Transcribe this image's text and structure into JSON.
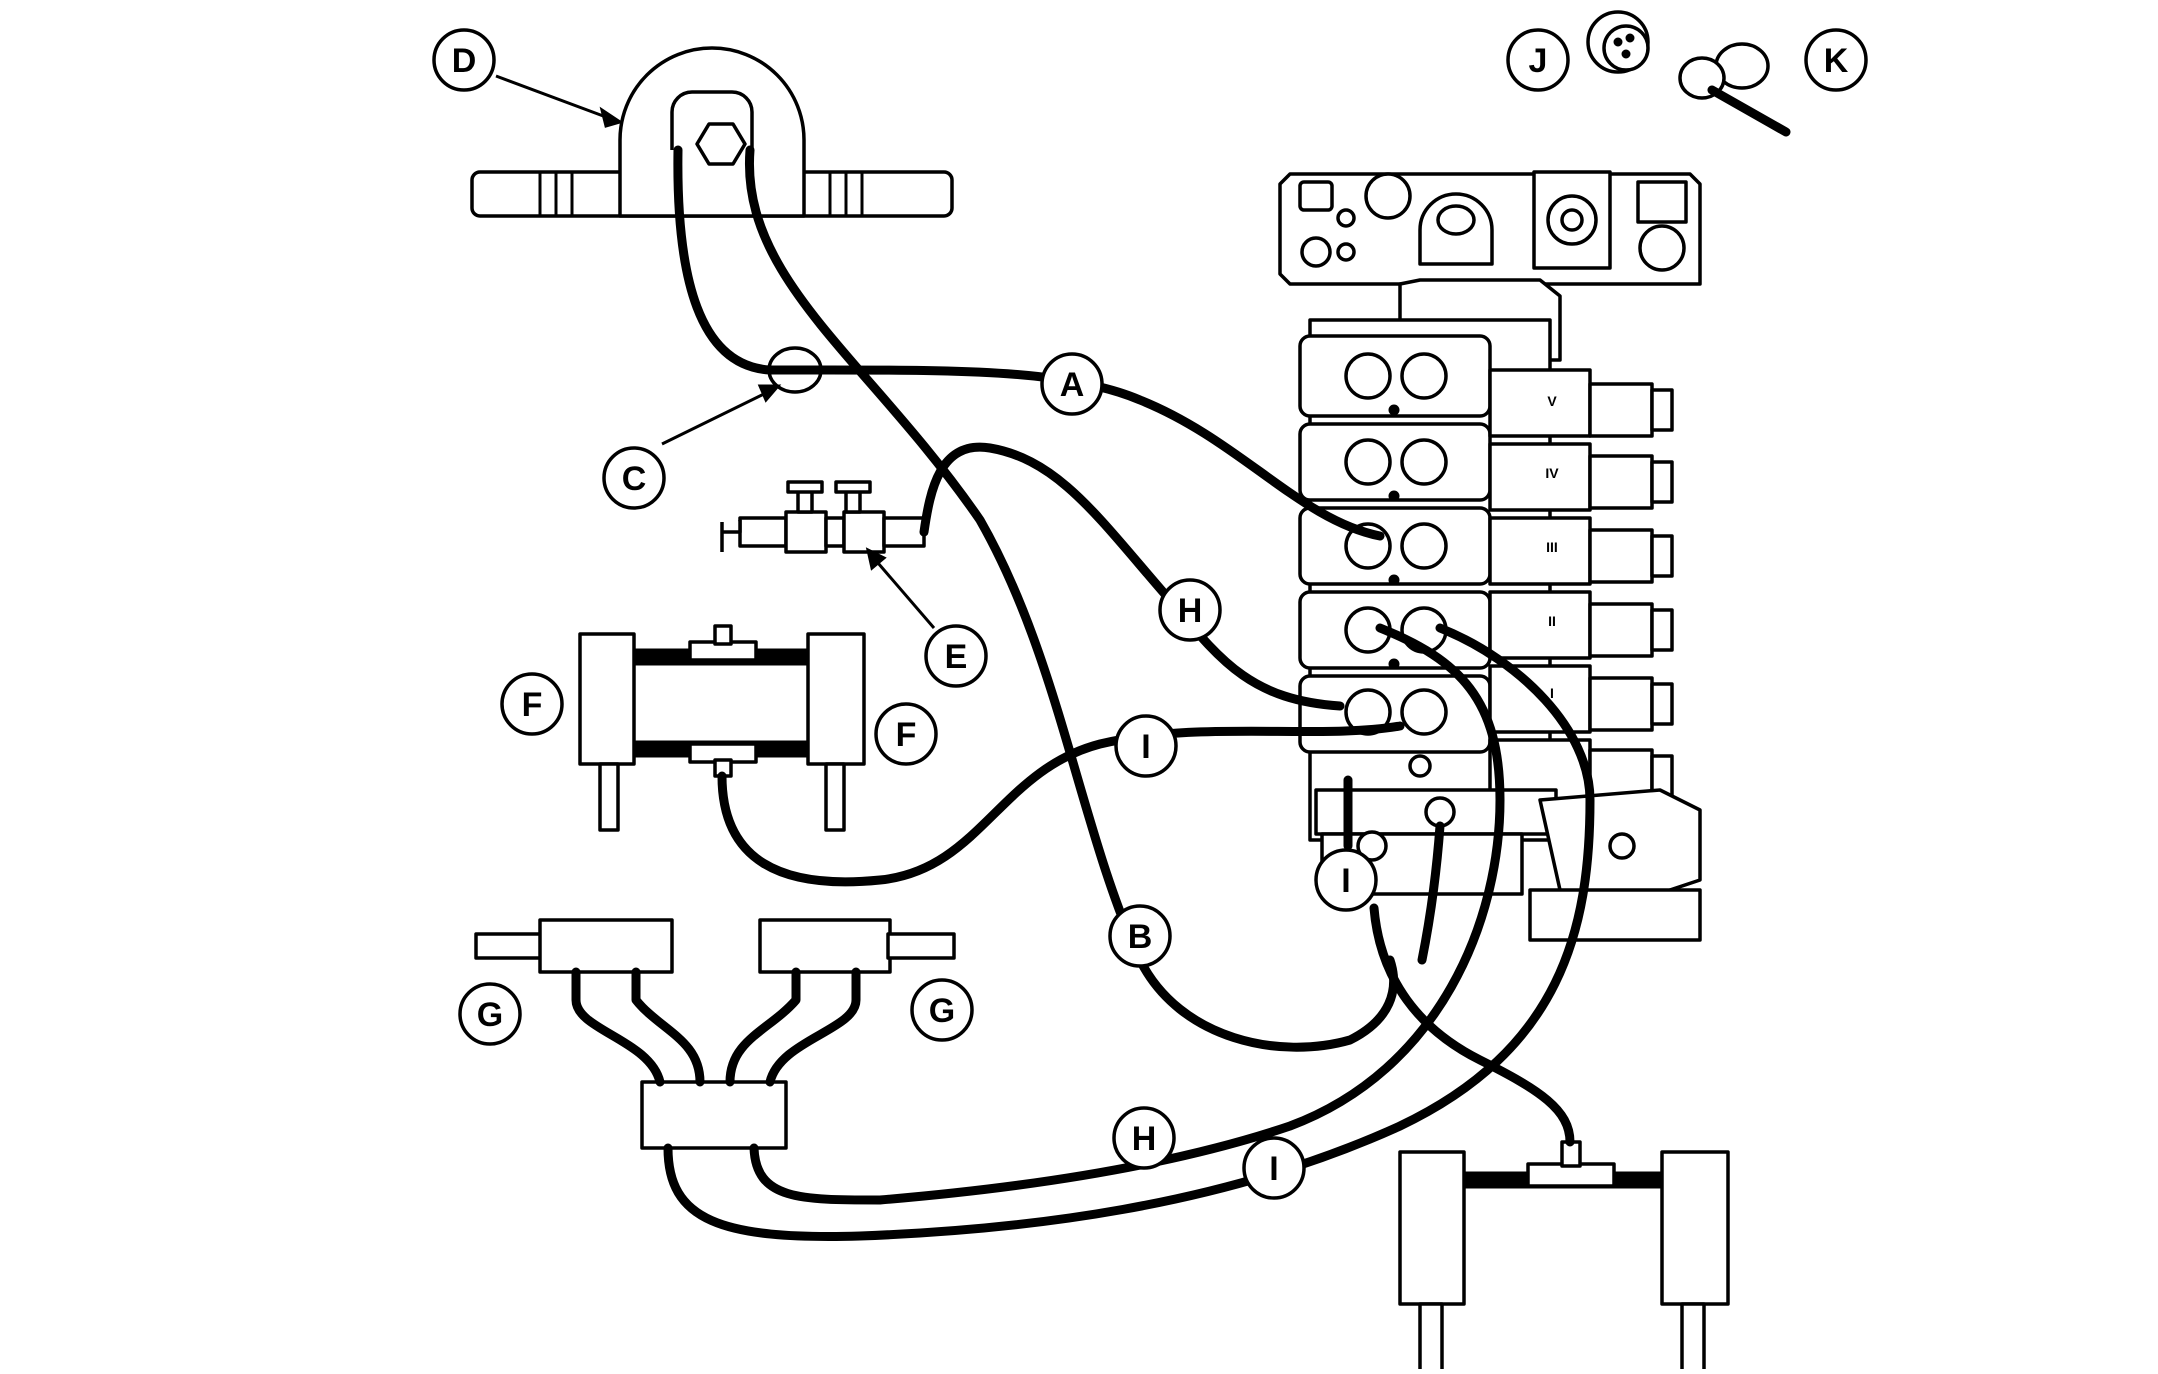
{
  "callouts": {
    "A": "A",
    "B": "B",
    "C": "C",
    "D": "D",
    "E": "E",
    "F1": "F",
    "F2": "F",
    "G1": "G",
    "G2": "G",
    "H1": "H",
    "H2": "H",
    "I1": "I",
    "I2": "I",
    "I3": "I",
    "J": "J",
    "K": "K"
  },
  "valve_sections": {
    "V": "V",
    "IV": "IV",
    "III": "III",
    "II": "II",
    "I": "I"
  },
  "colors": {
    "line": "#000000",
    "background": "#ffffff"
  }
}
